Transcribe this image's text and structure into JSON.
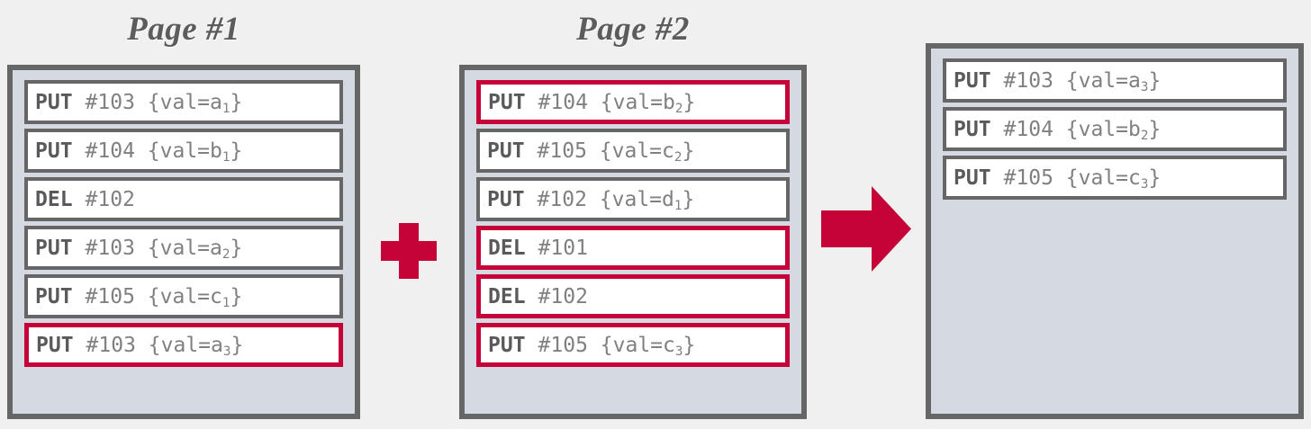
{
  "background": "#f0f0f0",
  "colors": {
    "accent": "#c50339",
    "panel_fill": "#d5d9e1",
    "border_gray": "#666666",
    "opcode_text": "#5a5a5a",
    "arg_text": "#808080",
    "title_text": "#5c5c5c"
  },
  "panels": [
    {
      "id": "page-1",
      "title": "Page #1",
      "entries": [
        {
          "op": "PUT",
          "arg": "#103 {val=a",
          "sub": "1",
          "argTail": "}",
          "highlighted": false
        },
        {
          "op": "PUT",
          "arg": "#104 {val=b",
          "sub": "1",
          "argTail": "}",
          "highlighted": false
        },
        {
          "op": "DEL",
          "arg": "#102",
          "sub": "",
          "argTail": "",
          "highlighted": false
        },
        {
          "op": "PUT",
          "arg": "#103 {val=a",
          "sub": "2",
          "argTail": "}",
          "highlighted": false
        },
        {
          "op": "PUT",
          "arg": "#105 {val=c",
          "sub": "1",
          "argTail": "}",
          "highlighted": false
        },
        {
          "op": "PUT",
          "arg": "#103 {val=a",
          "sub": "3",
          "argTail": "}",
          "highlighted": true
        }
      ]
    },
    {
      "id": "page-2",
      "title": "Page #2",
      "entries": [
        {
          "op": "PUT",
          "arg": "#104 {val=b",
          "sub": "2",
          "argTail": "}",
          "highlighted": true
        },
        {
          "op": "PUT",
          "arg": "#105 {val=c",
          "sub": "2",
          "argTail": "}",
          "highlighted": false
        },
        {
          "op": "PUT",
          "arg": "#102 {val=d",
          "sub": "1",
          "argTail": "}",
          "highlighted": false
        },
        {
          "op": "DEL",
          "arg": "#101",
          "sub": "",
          "argTail": "",
          "highlighted": true
        },
        {
          "op": "DEL",
          "arg": "#102",
          "sub": "",
          "argTail": "",
          "highlighted": true
        },
        {
          "op": "PUT",
          "arg": "#105 {val=c",
          "sub": "3",
          "argTail": "}",
          "highlighted": true
        }
      ]
    },
    {
      "id": "result",
      "title": "",
      "entries": [
        {
          "op": "PUT",
          "arg": "#103 {val=a",
          "sub": "3",
          "argTail": "}",
          "highlighted": false
        },
        {
          "op": "PUT",
          "arg": "#104 {val=b",
          "sub": "2",
          "argTail": "}",
          "highlighted": false
        },
        {
          "op": "PUT",
          "arg": "#105 {val=c",
          "sub": "3",
          "argTail": "}",
          "highlighted": false
        }
      ]
    }
  ],
  "connectors": [
    {
      "id": "plus",
      "symbol": "plus-sign",
      "color": "#c50339"
    },
    {
      "id": "arrow",
      "symbol": "right-arrow",
      "color": "#c50339"
    }
  ]
}
